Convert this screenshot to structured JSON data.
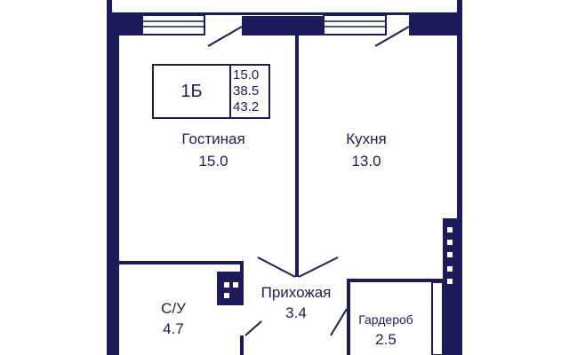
{
  "plan": {
    "apartment_code": "1Б",
    "areas": [
      "15.0",
      "38.5",
      "43.2"
    ],
    "rooms": {
      "living": {
        "name": "Гостиная",
        "area": "15.0"
      },
      "kitchen": {
        "name": "Кухня",
        "area": "13.0"
      },
      "bathroom": {
        "name": "С/У",
        "area": "4.7"
      },
      "hall": {
        "name": "Прихожая",
        "area": "3.4"
      },
      "wardrobe": {
        "name": "Гардероб",
        "area": "2.5"
      }
    },
    "colors": {
      "wall": "#1c1c5c",
      "background": "#ffffff"
    }
  }
}
